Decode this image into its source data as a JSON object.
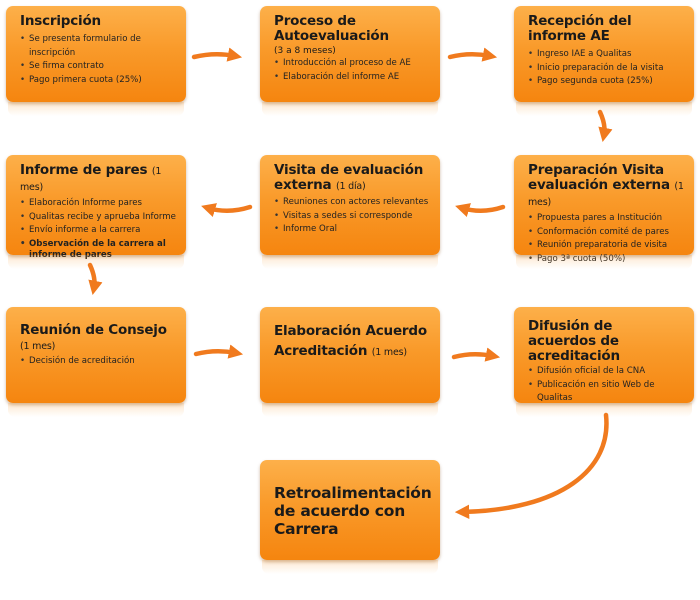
{
  "boxes": {
    "inscripcion": {
      "title": "Inscripción",
      "items": [
        "Se presenta formulario de inscripción",
        "Se firma contrato",
        "Pago primera cuota (25%)"
      ]
    },
    "autoevaluacion": {
      "title": "Proceso de Autoevaluación",
      "subtitle": "(3 a 8 meses)",
      "items": [
        "Introducción al proceso de AE",
        "Elaboración del informe AE"
      ]
    },
    "recepcion": {
      "title": "Recepción del informe AE",
      "items": [
        "Ingreso IAE a Qualitas",
        "Inicio preparación de la visita",
        "Pago segunda cuota (25%)"
      ]
    },
    "preparacion": {
      "title": "Preparación Visita evaluación externa",
      "duration": "(1 mes)",
      "items": [
        "Propuesta pares a Institución",
        "Conformación comité de pares",
        "Reunión preparatoria de visita",
        "Pago 3ª cuota (50%)"
      ]
    },
    "visita": {
      "title": "Visita de evaluación externa",
      "duration": "(1 día)",
      "items": [
        "Reuniones con actores relevantes",
        "Visitas a sedes si corresponde",
        "Informe Oral"
      ]
    },
    "informe_pares": {
      "title": "Informe de pares",
      "duration": "(1 mes)",
      "items": [
        "Elaboración Informe pares",
        "Qualitas recibe y aprueba Informe",
        "Envío informe a la carrera",
        "Observación de la carrera al informe de pares"
      ]
    },
    "consejo": {
      "title": "Reunión de Consejo",
      "duration": "(1 mes)",
      "items": [
        "Decisión de acreditación"
      ]
    },
    "acuerdo": {
      "title": "Elaboración Acuerdo Acreditación",
      "duration": "(1 mes)"
    },
    "difusion": {
      "title": "Difusión de acuerdos de acreditación",
      "items": [
        "Difusión oficial de la CNA",
        "Publicación en sitio Web de Qualitas"
      ]
    },
    "retro": {
      "title": "Retroalimentación de acuerdo con Carrera"
    }
  },
  "colors": {
    "box_top": "#fdb04a",
    "box_bottom": "#f5850f",
    "arrow": "#f07a1e"
  }
}
